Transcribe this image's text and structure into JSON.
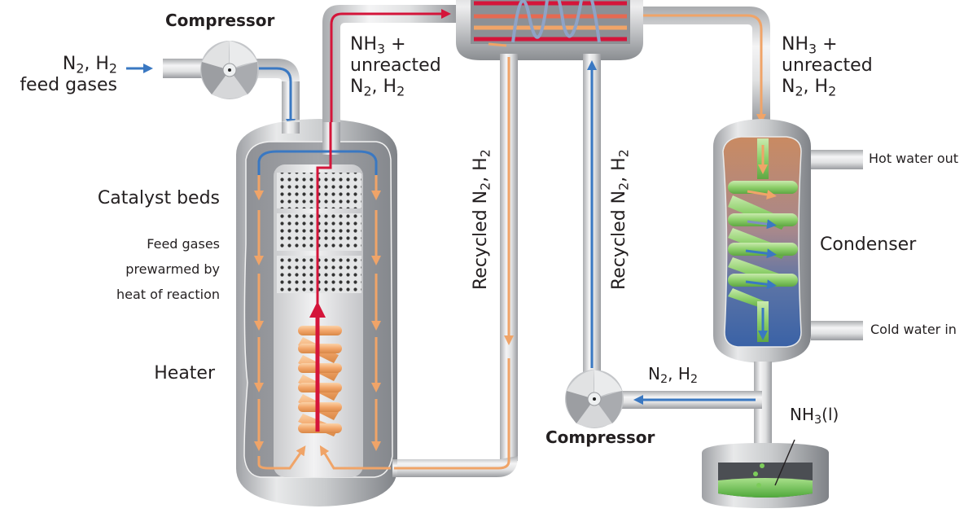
{
  "diagram": {
    "title": "Haber process ammonia synthesis plant",
    "colors": {
      "feed_gas": "#3a78c2",
      "hot_product": "#d4153a",
      "warm_gas": "#f0a468",
      "steel_light": "#e6e7e8",
      "steel_mid": "#b4b6b9",
      "steel_dark": "#7d8085",
      "coil_green": "#8dcf6a",
      "liquid_green": "#6cc24a",
      "hot_water": "#c98a62",
      "cold_water": "#3e66a8",
      "text": "#231f20"
    },
    "labels": {
      "feed_gases": {
        "line1_parts": [
          "N",
          "2",
          ", H",
          "2"
        ],
        "line2": "feed gases"
      },
      "compressor_top": "Compressor",
      "product_left": {
        "line1_parts": [
          "NH",
          "3",
          " +"
        ],
        "line2": "unreacted",
        "line3_parts": [
          "N",
          "2",
          ", H",
          "2"
        ]
      },
      "product_right": {
        "line1_parts": [
          "NH",
          "3",
          " +"
        ],
        "line2": "unreacted",
        "line3_parts": [
          "N",
          "2",
          ", H",
          "2"
        ]
      },
      "catalyst_beds": "Catalyst beds",
      "prewarm": [
        "Feed gases",
        "prewarmed by",
        "heat of reaction"
      ],
      "heater": "Heater",
      "recycled_1": {
        "parts": [
          "Recycled N",
          "2",
          ", H",
          "2"
        ]
      },
      "recycled_2": {
        "parts": [
          "Recycled N",
          "2",
          ", H",
          "2"
        ]
      },
      "hot_water_out": "Hot water out",
      "condenser": "Condenser",
      "cold_water_in": "Cold water in",
      "recycle_gases": {
        "parts": [
          "N",
          "2",
          ", H",
          "2"
        ]
      },
      "compressor_bottom": "Compressor",
      "liquid_ammonia": {
        "parts": [
          "NH",
          "3",
          "(l)"
        ]
      }
    },
    "components": [
      {
        "id": "feed-compressor",
        "name": "Compressor",
        "role": "compresses N2/H2 feed gases"
      },
      {
        "id": "reactor",
        "name": "Reactor",
        "parts": [
          "Catalyst beds",
          "Heater"
        ]
      },
      {
        "id": "heat-exchanger",
        "name": "Heat exchanger"
      },
      {
        "id": "condenser",
        "name": "Condenser"
      },
      {
        "id": "recycle-compressor",
        "name": "Compressor",
        "role": "recycles unreacted N2/H2"
      },
      {
        "id": "ammonia-tank",
        "name": "Liquid ammonia collector"
      }
    ],
    "catalyst_bed_count": 3,
    "heater_coil_turns": 6,
    "condenser_coil_turns": 4
  }
}
